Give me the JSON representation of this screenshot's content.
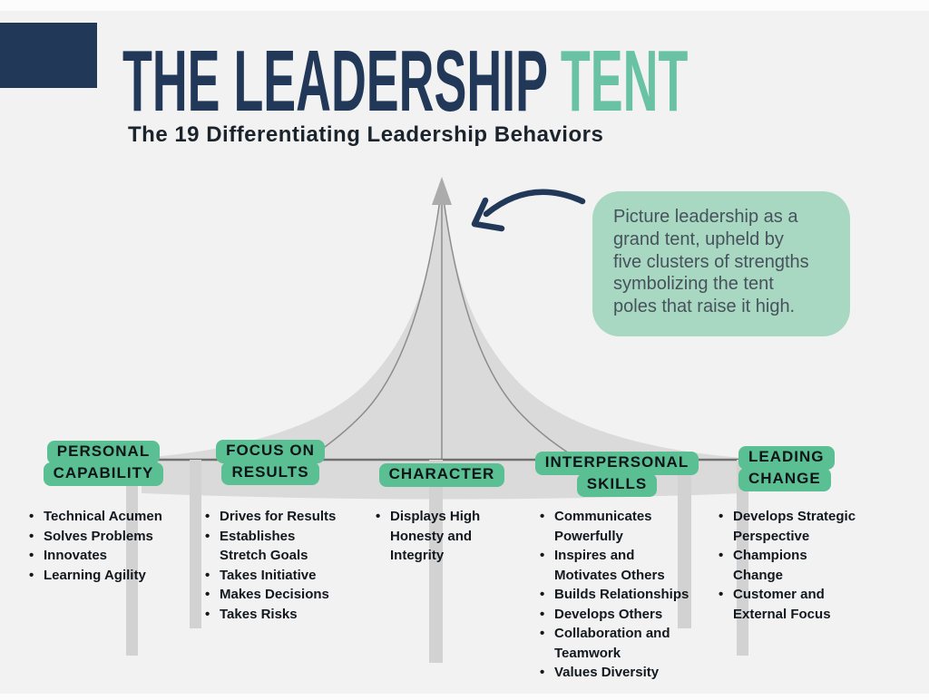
{
  "colors": {
    "bg": "#f2f2f2",
    "navy": "#223858",
    "title_accent": "#69c2a3",
    "badge_green": "#5abf93",
    "callout_bg": "#a9d8c2",
    "callout_text": "#46525c",
    "tent_gray": "#dadada",
    "pole_gray": "#d2d2d2",
    "seam_gray": "#8c8c8c",
    "bullet_text": "#12181e"
  },
  "header": {
    "title_primary": "THE LEADERSHIP ",
    "title_accent": "TENT",
    "subtitle": "The 19 Differentiating Leadership Behaviors"
  },
  "callout": {
    "text": "Picture leadership as a\ngrand tent, upheld by\nfive clusters of strengths\nsymbolizing the tent\npoles that raise it high."
  },
  "clusters": [
    {
      "label_lines": [
        "PERSONAL",
        "CAPABILITY"
      ],
      "items": [
        "Technical Acumen",
        "Solves Problems",
        "Innovates",
        "Learning Agility"
      ]
    },
    {
      "label_lines": [
        "FOCUS ON",
        "RESULTS"
      ],
      "items": [
        "Drives for Results",
        "Establishes\nStretch Goals",
        "Takes Initiative",
        "Makes Decisions",
        "Takes Risks"
      ]
    },
    {
      "label_lines": [
        "CHARACTER"
      ],
      "items": [
        "Displays High\nHonesty and\nIntegrity"
      ]
    },
    {
      "label_lines": [
        "INTERPERSONAL",
        "SKILLS"
      ],
      "items": [
        "Communicates\nPowerfully",
        "Inspires and\nMotivates Others",
        "Builds Relationships",
        "Develops Others",
        "Collaboration and\nTeamwork",
        "Values Diversity"
      ]
    },
    {
      "label_lines": [
        "LEADING",
        "CHANGE"
      ],
      "items": [
        "Develops Strategic\nPerspective",
        "Champions\nChange",
        "Customer and\nExternal Focus"
      ]
    }
  ]
}
